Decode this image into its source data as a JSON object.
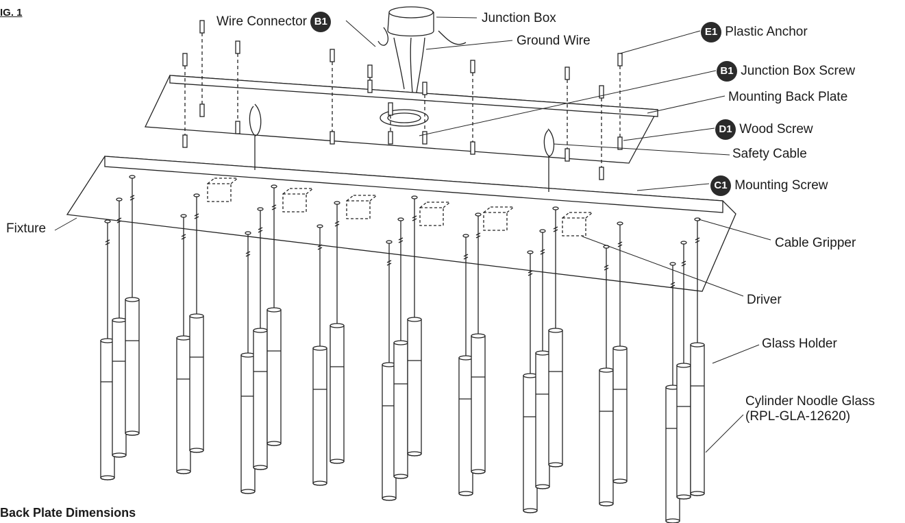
{
  "figure_label": "IG. 1",
  "section_title": "Back Plate Dimensions",
  "callouts": {
    "wire_connector": {
      "text": "Wire Connector",
      "badge": "B1"
    },
    "junction_box": {
      "text": "Junction Box"
    },
    "ground_wire": {
      "text": "Ground Wire"
    },
    "plastic_anchor": {
      "text": "Plastic Anchor",
      "badge": "E1"
    },
    "junction_box_screw": {
      "text": "Junction Box Screw",
      "badge": "B1"
    },
    "mounting_back_plate": {
      "text": "Mounting Back Plate"
    },
    "wood_screw": {
      "text": "Wood Screw",
      "badge": "D1"
    },
    "safety_cable": {
      "text": "Safety Cable"
    },
    "mounting_screw": {
      "text": "Mounting Screw",
      "badge": "C1"
    },
    "fixture": {
      "text": "Fixture"
    },
    "cable_gripper": {
      "text": "Cable Gripper"
    },
    "driver": {
      "text": "Driver"
    },
    "glass_holder": {
      "text": "Glass Holder"
    },
    "cylinder_glass": {
      "text": "Cylinder Noodle Glass",
      "text2": "(RPL-GLA-12620)"
    }
  },
  "colors": {
    "line": "#222222",
    "badge_bg": "#2b2b2b",
    "badge_text": "#ffffff"
  },
  "icons": {
    "pendant": "cylinder-pendant-icon",
    "driver": "driver-box-icon",
    "screw": "screw-icon",
    "anchor": "plastic-anchor-icon"
  }
}
